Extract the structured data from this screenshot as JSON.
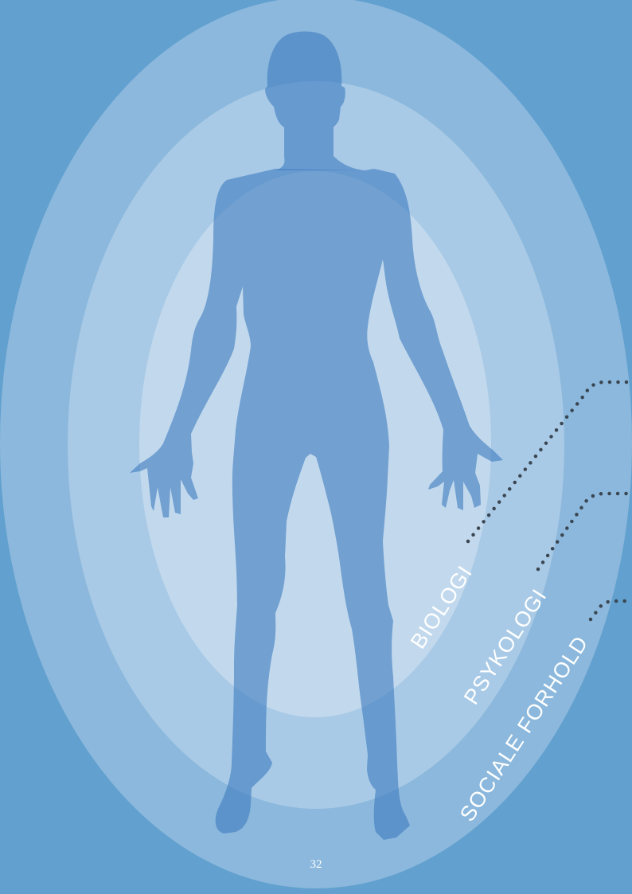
{
  "colors": {
    "background": "#62a0cf",
    "outer_ring": "#8bb8dc",
    "middle_ring": "#a9cae6",
    "inner_ring": "#c2d9ed",
    "figure": "#3f7cc0",
    "label_text": "#ffffff",
    "dotted_leader": "#3a4652"
  },
  "layers": [
    {
      "id": "biologi",
      "label": "BIOLOGI"
    },
    {
      "id": "psykologi",
      "label": "PSYKOLOGI"
    },
    {
      "id": "sociale",
      "label": "SOCIALE FORHOLD"
    }
  ],
  "figure": {
    "icon": "human-silhouette-icon"
  },
  "page_number": "32"
}
